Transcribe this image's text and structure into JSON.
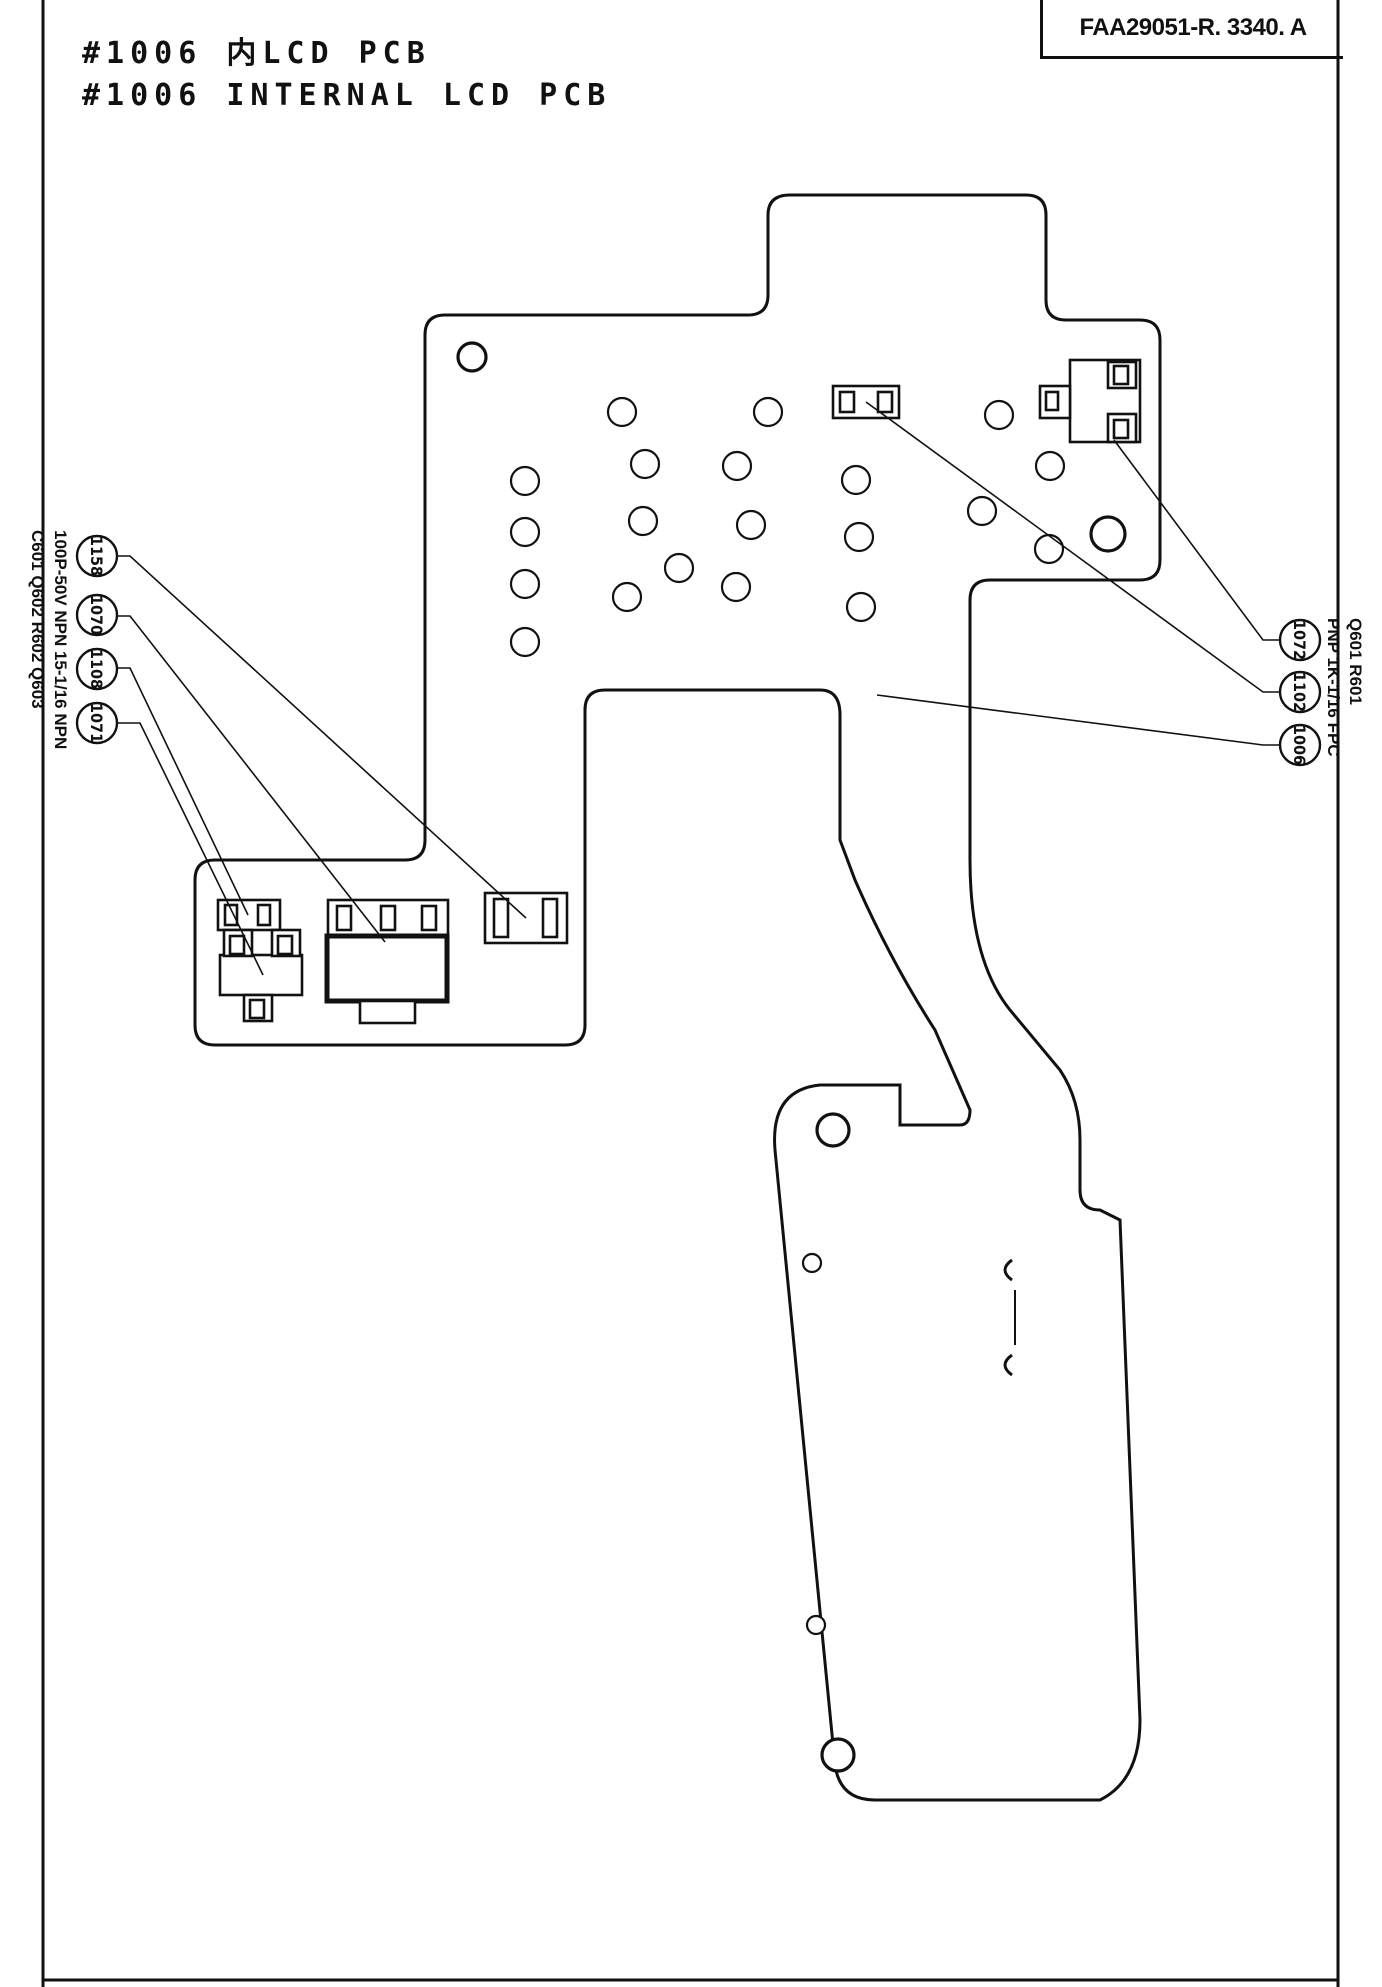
{
  "header": {
    "title_line1": "#1006 内LCD PCB",
    "title_line2": "#1006 INTERNAL LCD PCB",
    "drawing_code": "FAA29051-R. 3340. A"
  },
  "left_callouts": {
    "numbers": [
      "1158",
      "1070",
      "1108",
      "1071"
    ],
    "part_line1": "100P-50V NPN 15-1/16 NPN",
    "part_line2": "C601 Q602 R602 Q603"
  },
  "right_callouts": {
    "numbers": [
      "1072",
      "1102",
      "1006"
    ],
    "part_line1": "PNP 1K-1/16 FPC",
    "part_line2": "Q601 R601"
  }
}
